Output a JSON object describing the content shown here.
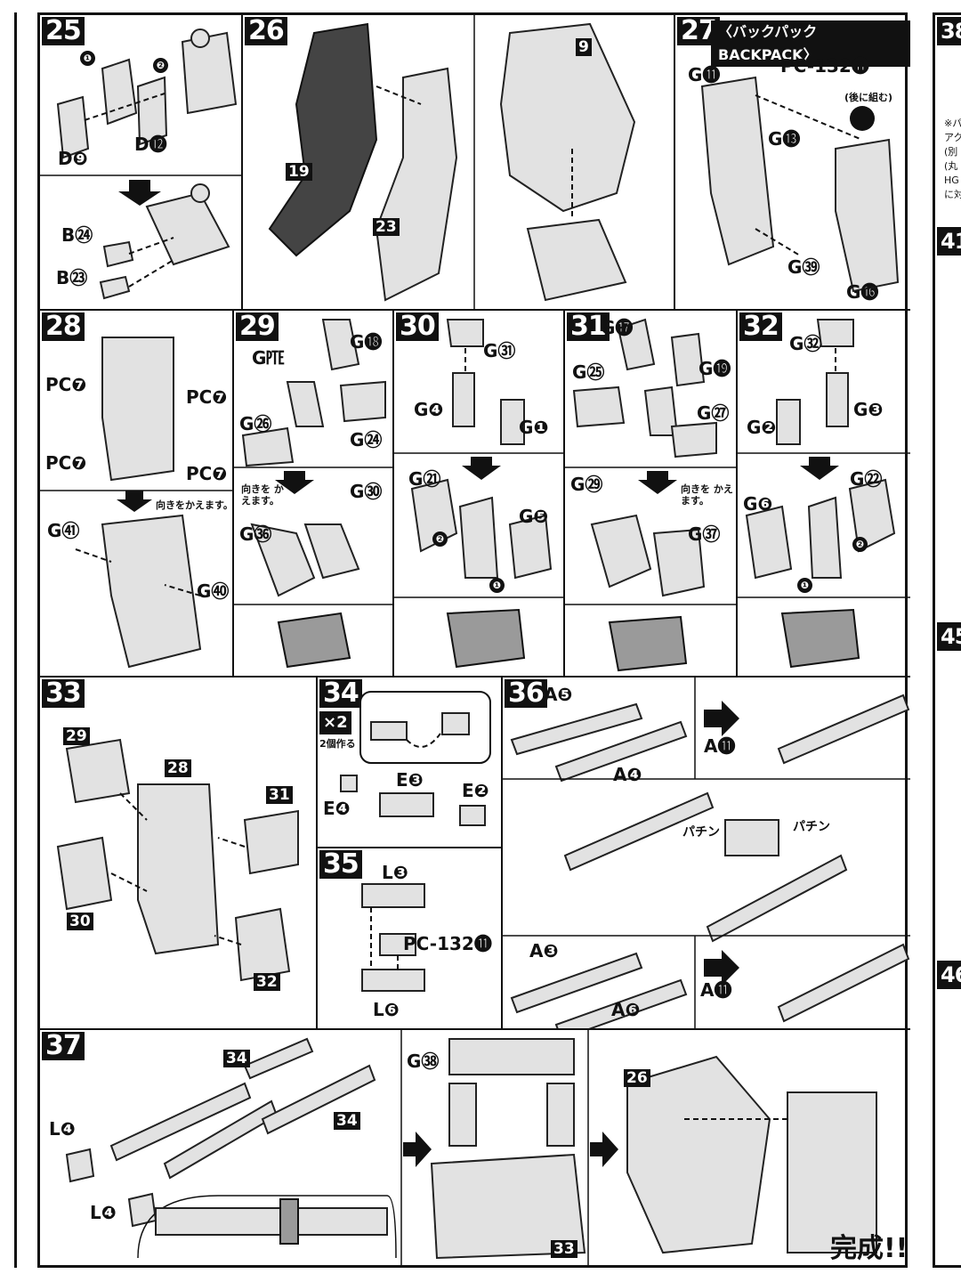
{
  "steps": {
    "s25": {
      "num": "25",
      "parts": [
        "D",
        "D",
        "B",
        "B"
      ],
      "ids": [
        "❾",
        "⓬",
        "㉔",
        "㉓"
      ],
      "order": [
        "❶",
        "❷"
      ]
    },
    "s26": {
      "num": "26",
      "refs": [
        "19",
        "23",
        "9"
      ]
    },
    "s27": {
      "num": "27",
      "header": "〈バックパック BACKPACK〉",
      "parts": [
        "G⓫",
        "PC-132⓫",
        "G⓭",
        "G㊴",
        "G⓰"
      ],
      "note": "(後に組む)"
    },
    "s28": {
      "num": "28",
      "parts": [
        "PC❼",
        "PC❼",
        "PC❼",
        "PC❼",
        "G㊶",
        "G㊵"
      ],
      "note": "向きをかえます。"
    },
    "s29": {
      "num": "29",
      "parts": [
        "G㉐",
        "G⓲",
        "G㉖",
        "G㉔",
        "G㉚",
        "G㊱"
      ],
      "note": "向きを かえます。"
    },
    "s30": {
      "num": "30",
      "parts": [
        "G㉛",
        "G❹",
        "G❶",
        "G㉑",
        "G❺"
      ],
      "order": [
        "❷",
        "❶"
      ]
    },
    "s31": {
      "num": "31",
      "parts": [
        "G⓱",
        "G⓳",
        "G㉕",
        "G㉗",
        "G㉙",
        "G㊲"
      ],
      "note": "向きを かえます。"
    },
    "s32": {
      "num": "32",
      "parts": [
        "G㉜",
        "G❸",
        "G❷",
        "G㉒",
        "G❻"
      ],
      "order": [
        "❷",
        "❶"
      ]
    },
    "s33": {
      "num": "33",
      "refs": [
        "29",
        "28",
        "31",
        "30",
        "32"
      ]
    },
    "s34": {
      "num": "34",
      "mult": "×2",
      "mult_note": "2個作る",
      "parts": [
        "E❸",
        "E❷",
        "E❹"
      ]
    },
    "s35": {
      "num": "35",
      "parts": [
        "L❸",
        "PC-132⓫",
        "L❻"
      ]
    },
    "s36": {
      "num": "36",
      "parts": [
        "A❺",
        "A❹",
        "A⓫",
        "A❸",
        "A❻",
        "A⓫"
      ],
      "sfx": [
        "パチン",
        "パチン"
      ]
    },
    "s37": {
      "num": "37",
      "refs": [
        "34",
        "34",
        "33",
        "26"
      ],
      "parts": [
        "L❹",
        "L❹",
        "G㊳"
      ],
      "complete": "完成!!"
    }
  },
  "side": {
    "labels": [
      "38",
      "41",
      "45",
      "46"
    ],
    "frag": [
      "※パン",
      "アク",
      "(別",
      "(丸",
      "HG",
      "に対"
    ]
  }
}
